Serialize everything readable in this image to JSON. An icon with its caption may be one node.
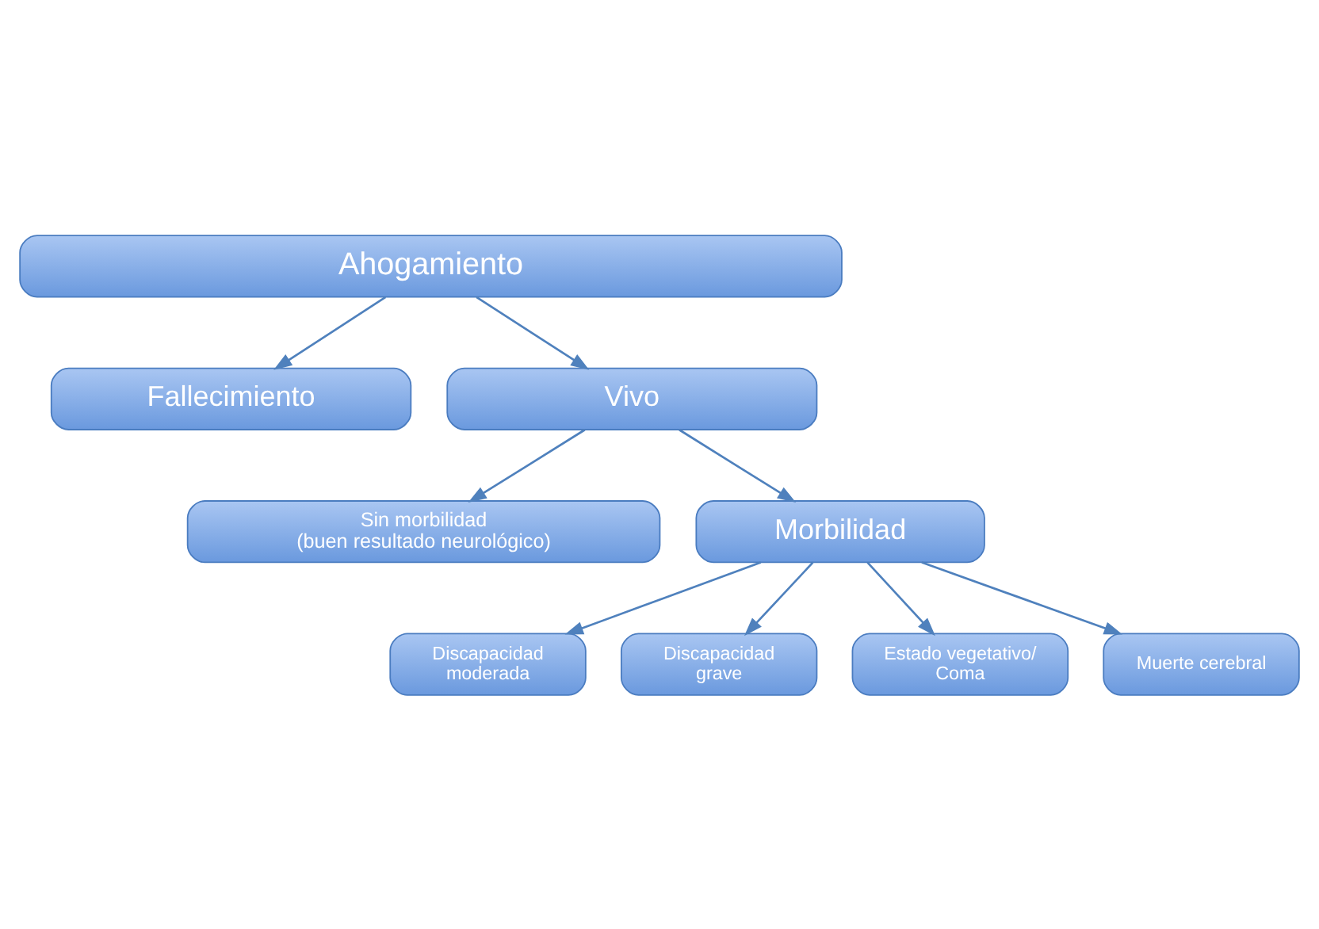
{
  "diagram": {
    "nodes": [
      {
        "text": [
          "Ahogamiento"
        ]
      },
      {
        "text": [
          "Fallecimiento"
        ]
      },
      {
        "text": [
          "Vivo"
        ]
      },
      {
        "text": [
          "Sin morbilidad (buen resultado neurológico)"
        ]
      },
      {
        "text": [
          "Morbilidad"
        ]
      },
      {
        "text": [
          "Discapacidad moderada"
        ]
      },
      {
        "text": [
          "Discapacidad grave"
        ]
      },
      {
        "text": [
          "Estado vegetativo/ Coma"
        ]
      },
      {
        "text": [
          "Muerte cerebral"
        ]
      }
    ],
    "edges": [
      {
        "from": 0,
        "to": 1,
        "arrow": "to"
      },
      {
        "from": 0,
        "to": 2,
        "arrow": "to"
      },
      {
        "from": 2,
        "to": 3,
        "arrow": "to"
      },
      {
        "from": 2,
        "to": 4,
        "arrow": "to"
      },
      {
        "from": 4,
        "to": 5,
        "arrow": "to"
      },
      {
        "from": 4,
        "to": 6,
        "arrow": "to"
      },
      {
        "from": 4,
        "to": 7,
        "arrow": "to"
      },
      {
        "from": 4,
        "to": 8,
        "arrow": "to"
      }
    ]
  }
}
